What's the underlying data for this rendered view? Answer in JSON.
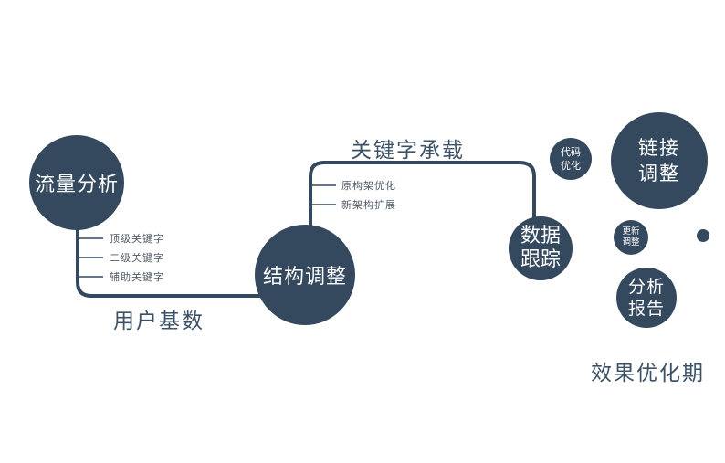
{
  "palette": {
    "node_fill": "#34495E",
    "node_text": "#FDFDFD",
    "connector": "#34495E",
    "edge_label_text": "#3D5266",
    "branch_label_text": "#505A64",
    "background": "#FFFFFF"
  },
  "nodes": {
    "traffic_analysis": {
      "label": "流量分析"
    },
    "structure_adjustment": {
      "label": "结构调整"
    },
    "data_tracking": {
      "line1": "数据",
      "line2": "跟踪"
    },
    "code_optimization": {
      "line1": "代码",
      "line2": "优化"
    },
    "link_adjustment": {
      "line1": "链接",
      "line2": "调整"
    },
    "update_adjustment": {
      "line1": "更新",
      "line2": "调整"
    },
    "analysis_report": {
      "line1": "分析",
      "line2": "报告"
    }
  },
  "edge_labels": {
    "user_base": "用户基数",
    "keyword_bearing": "关键字承载",
    "effect_optimization_period": "效果优化期"
  },
  "branches": {
    "left": [
      "顶级关键字",
      "二级关键字",
      "辅助关键字"
    ],
    "middle": [
      "原构架优化",
      "新架构扩展"
    ]
  }
}
